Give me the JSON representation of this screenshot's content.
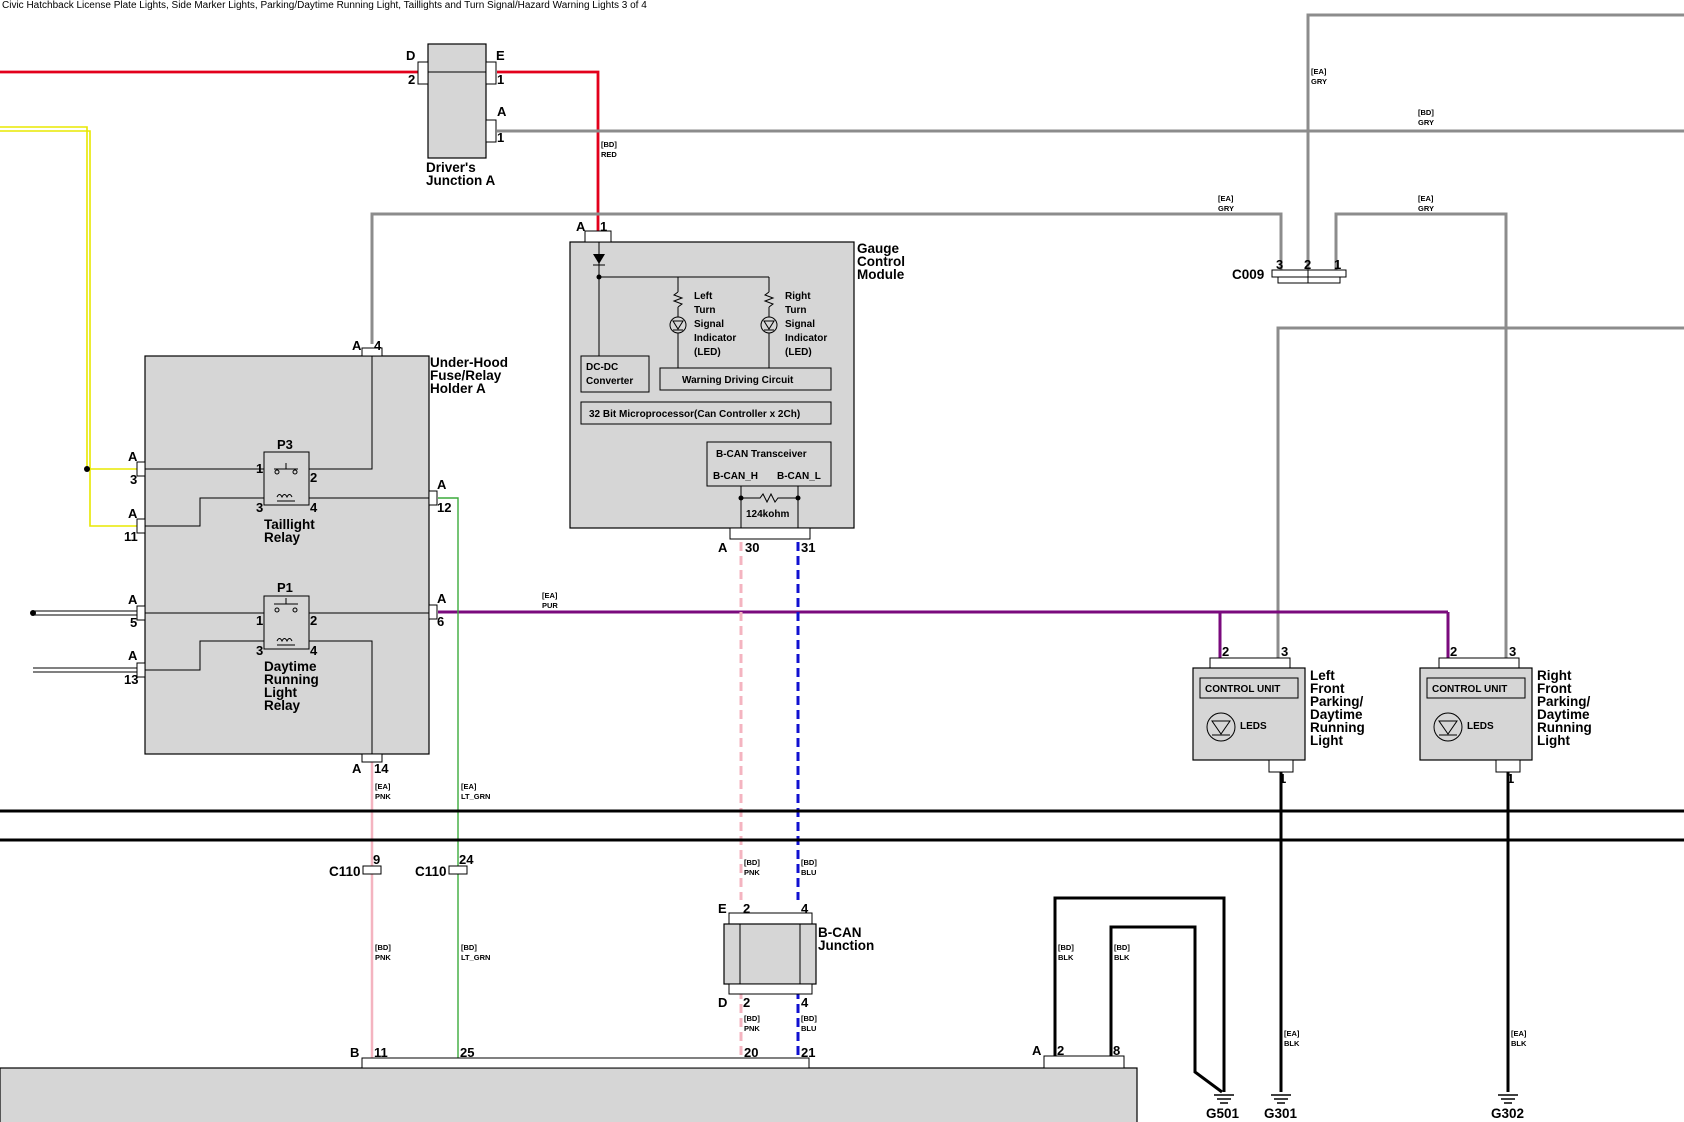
{
  "title": "Civic Hatchback License Plate Lights, Side Marker Lights, Parking/Daytime Running Light, Taillights and Turn Signal/Hazard Warning Lights 3 of 4",
  "colors": {
    "red": "#e3001b",
    "gray": "#8c8c8c",
    "yellow": "#e8e800",
    "purple": "#7a0a7d",
    "pink": "#f4b4c0",
    "green": "#3caa3c",
    "blue": "#1010d0",
    "black": "#000000",
    "box_fill": "#d6d6d6"
  },
  "components": {
    "drivers_junction": {
      "name_line1": "Driver's",
      "name_line2": "Junction A",
      "pin_d": "D",
      "pin_d_num": "2",
      "pin_e": "E",
      "pin_e_num": "1",
      "pin_a": "A",
      "pin_a_num": "1"
    },
    "gauge_control_module": {
      "name_line1": "Gauge",
      "name_line2": "Control",
      "name_line3": "Module",
      "top_pin_letter": "A",
      "top_pin_num": "1",
      "left_indicator": [
        "Left",
        "Turn",
        "Signal",
        "Indicator",
        "(LED)"
      ],
      "right_indicator": [
        "Right",
        "Turn",
        "Signal",
        "Indicator",
        "(LED)"
      ],
      "dcdc_line1": "DC-DC",
      "dcdc_line2": "Converter",
      "warning_circuit": "Warning Driving Circuit",
      "microprocessor": "32 Bit Microprocessor(Can Controller x 2Ch)",
      "transceiver": "B-CAN Transceiver",
      "bcan_h": "B-CAN_H",
      "bcan_l": "B-CAN_L",
      "resistor": "124kohm",
      "bottom_pin_letter": "A",
      "bottom_pin_30": "30",
      "bottom_pin_31": "31"
    },
    "under_hood_fuse": {
      "name_line1": "Under-Hood",
      "name_line2": "Fuse/Relay",
      "name_line3": "Holder A",
      "top_pin_letter": "A",
      "top_pin_num": "4",
      "left_pins": [
        {
          "letter": "A",
          "num": "3"
        },
        {
          "letter": "A",
          "num": "11"
        },
        {
          "letter": "A",
          "num": "5"
        },
        {
          "letter": "A",
          "num": "13"
        }
      ],
      "right_pins": [
        {
          "letter": "A",
          "num": "12"
        },
        {
          "letter": "A",
          "num": "6"
        }
      ],
      "bottom_pin_letter": "A",
      "bottom_pin_num": "14",
      "p3_label": "P3",
      "p3_pins": [
        "1",
        "2",
        "3",
        "4"
      ],
      "taillight_line1": "Taillight",
      "taillight_line2": "Relay",
      "p1_label": "P1",
      "p1_pins": [
        "1",
        "2",
        "3",
        "4"
      ],
      "drl_lines": [
        "Daytime",
        "Running",
        "Light",
        "Relay"
      ]
    },
    "c009": {
      "name": "C009",
      "pins": [
        "3",
        "2",
        "1"
      ]
    },
    "left_front_light": {
      "name_lines": [
        "Left",
        "Front",
        "Parking/",
        "Daytime",
        "Running",
        "Light"
      ],
      "control_unit": "CONTROL UNIT",
      "leds": "LEDS",
      "pin_2": "2",
      "pin_3": "3",
      "pin_1": "1"
    },
    "right_front_light": {
      "name_lines": [
        "Right",
        "Front",
        "Parking/",
        "Daytime",
        "Running",
        "Light"
      ],
      "control_unit": "CONTROL UNIT",
      "leds": "LEDS",
      "pin_2": "2",
      "pin_3": "3",
      "pin_1": "1"
    },
    "c110_a": {
      "name": "C110",
      "pin": "9"
    },
    "c110_b": {
      "name": "C110",
      "pin": "24"
    },
    "bcan_junction": {
      "name_line1": "B-CAN",
      "name_line2": "Junction",
      "pin_e": "E",
      "pin_e2": "2",
      "pin_e4": "4",
      "pin_d": "D",
      "pin_d2": "2",
      "pin_d4": "4"
    },
    "bottom_connector_b": {
      "letter": "B",
      "pins": [
        "11",
        "25",
        "20",
        "21"
      ]
    },
    "bottom_connector_a": {
      "letter": "A",
      "pins": [
        "2",
        "8"
      ]
    },
    "grounds": [
      "G501",
      "G301",
      "G302"
    ]
  },
  "wire_labels": {
    "bd_red": [
      "[BD]",
      "RED"
    ],
    "ea_gry_top": [
      "[EA]",
      "GRY"
    ],
    "bd_gry": [
      "[BD]",
      "GRY"
    ],
    "ea_gry_left": [
      "[EA]",
      "GRY"
    ],
    "ea_gry_right": [
      "[EA]",
      "GRY"
    ],
    "ea_pur": [
      "[EA]",
      "PUR"
    ],
    "ea_pnk": [
      "[EA]",
      "PNK"
    ],
    "ea_lt_grn": [
      "[EA]",
      "LT_GRN"
    ],
    "bd_pnk_c110": [
      "[BD]",
      "PNK"
    ],
    "bd_lt_grn_c110": [
      "[BD]",
      "LT_GRN"
    ],
    "bd_pnk_gcm": [
      "[BD]",
      "PNK"
    ],
    "bd_blu_gcm": [
      "[BD]",
      "BLU"
    ],
    "bd_pnk_jct": [
      "[BD]",
      "PNK"
    ],
    "bd_blu_jct": [
      "[BD]",
      "BLU"
    ],
    "bd_blk_1": [
      "[BD]",
      "BLK"
    ],
    "bd_blk_2": [
      "[BD]",
      "BLK"
    ],
    "ea_blk_1": [
      "[EA]",
      "BLK"
    ],
    "ea_blk_2": [
      "[EA]",
      "BLK"
    ]
  }
}
